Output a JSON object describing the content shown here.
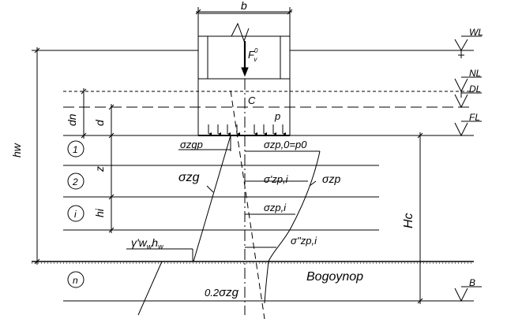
{
  "levels": {
    "wl": "WL",
    "nl": "NL",
    "dl": "DL",
    "fl": "FL",
    "b": "B"
  },
  "dims": {
    "b": "b",
    "hw": "hw",
    "dn": "dn",
    "d": "d",
    "z": "z",
    "hi": "hi",
    "hc": "Hc"
  },
  "layers": [
    "1",
    "2",
    "i",
    "n"
  ],
  "loads": {
    "force": "F",
    "force_sup": "0",
    "force_sub": "v",
    "center": "C",
    "pressure": "p"
  },
  "stress": {
    "szgp": "σzgp",
    "szp0": "σzp,0=p0",
    "szg": "σzg",
    "szp_prime": "σ'zp,i",
    "szp": "σzp",
    "szpi": "σzp,i",
    "szp_dprime": "σ''zp,i",
    "gw_hw": "γ'w hw",
    "gw_hw_main": "γ'w",
    "gw_hw_sub": "w",
    "gw_hw_h": "h",
    "gw_hw_hsub": "w",
    "limit": "0.2",
    "limit_sym": "σzg"
  },
  "bottom_label": "Bogoynop"
}
